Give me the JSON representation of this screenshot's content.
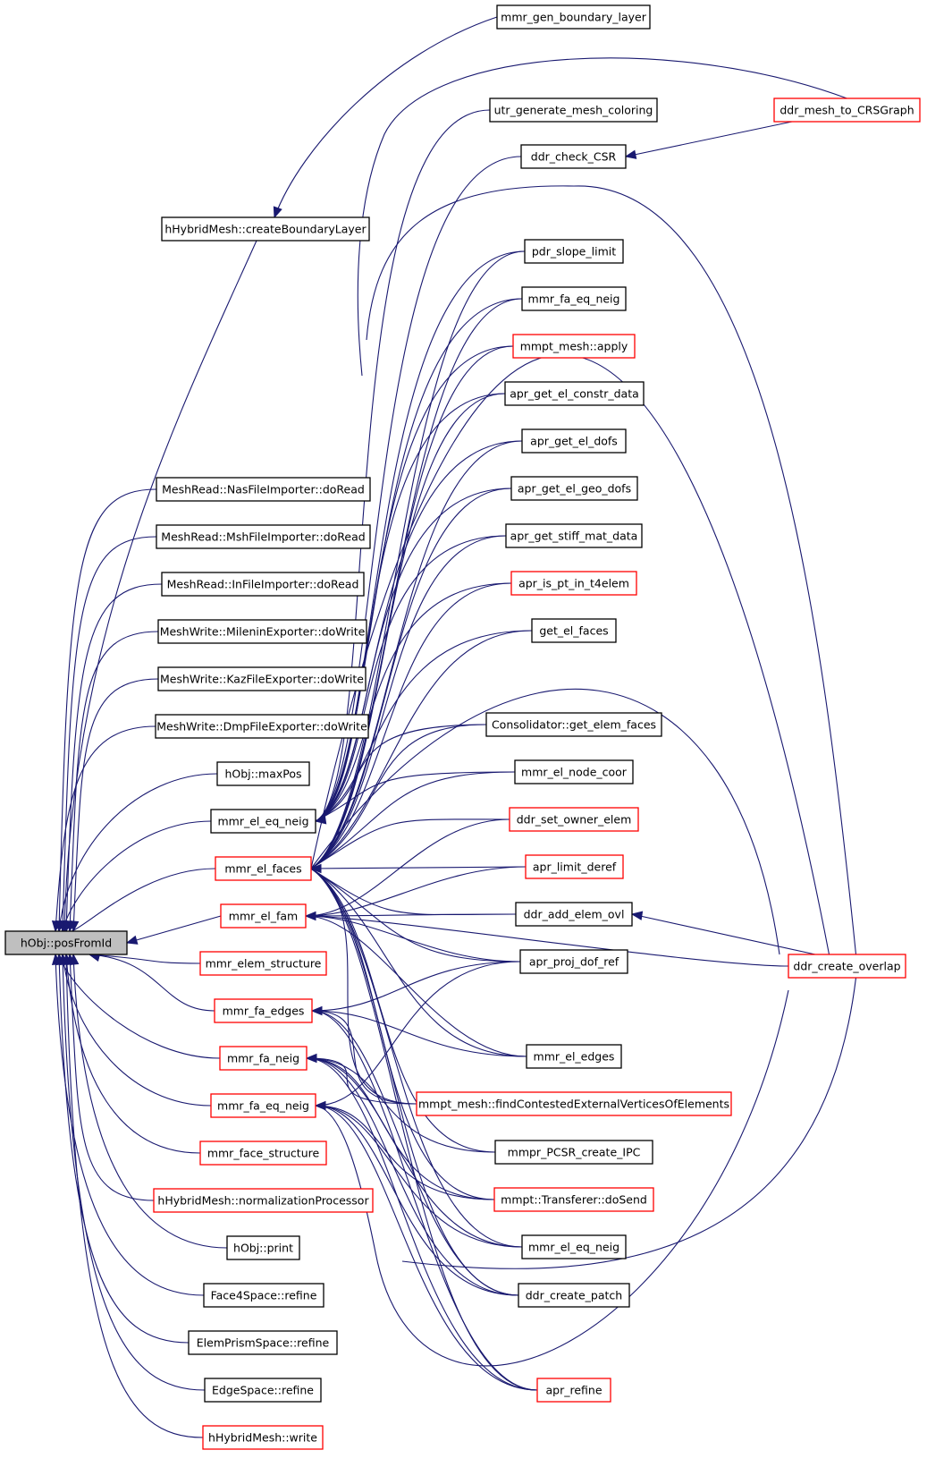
{
  "graph": {
    "root": "hObj::posFromId",
    "nodes": [
      {
        "id": "posFromId",
        "label": "hObj::posFromId",
        "style": "root"
      },
      {
        "id": "createBL",
        "label": "hHybridMesh::createBoundaryLayer",
        "style": "normal"
      },
      {
        "id": "nas",
        "label": "MeshRead::NasFileImporter::doRead",
        "style": "normal"
      },
      {
        "id": "msh",
        "label": "MeshRead::MshFileImporter::doRead",
        "style": "normal"
      },
      {
        "id": "inimp",
        "label": "MeshRead::InFileImporter::doRead",
        "style": "normal"
      },
      {
        "id": "milenin",
        "label": "MeshWrite::MileninExporter::doWrite",
        "style": "normal"
      },
      {
        "id": "kaz",
        "label": "MeshWrite::KazFileExporter::doWrite",
        "style": "normal"
      },
      {
        "id": "dmp",
        "label": "MeshWrite::DmpFileExporter::doWrite",
        "style": "normal"
      },
      {
        "id": "maxPos",
        "label": "hObj::maxPos",
        "style": "normal"
      },
      {
        "id": "eleqneig",
        "label": "mmr_el_eq_neig",
        "style": "normal"
      },
      {
        "id": "elfaces",
        "label": "mmr_el_faces",
        "style": "red"
      },
      {
        "id": "elfam",
        "label": "mmr_el_fam",
        "style": "red"
      },
      {
        "id": "elemstruct",
        "label": "mmr_elem_structure",
        "style": "red"
      },
      {
        "id": "faedges",
        "label": "mmr_fa_edges",
        "style": "red"
      },
      {
        "id": "faneig",
        "label": "mmr_fa_neig",
        "style": "red"
      },
      {
        "id": "faeqneig",
        "label": "mmr_fa_eq_neig",
        "style": "red"
      },
      {
        "id": "facestruct",
        "label": "mmr_face_structure",
        "style": "red"
      },
      {
        "id": "normproc",
        "label": "hHybridMesh::normalizationProcessor",
        "style": "red"
      },
      {
        "id": "print",
        "label": "hObj::print",
        "style": "normal"
      },
      {
        "id": "face4",
        "label": "Face4Space::refine",
        "style": "normal"
      },
      {
        "id": "prism",
        "label": "ElemPrismSpace::refine",
        "style": "normal"
      },
      {
        "id": "edgesp",
        "label": "EdgeSpace::refine",
        "style": "normal"
      },
      {
        "id": "hwrite",
        "label": "hHybridMesh::write",
        "style": "red"
      },
      {
        "id": "genbl",
        "label": "mmr_gen_boundary_layer",
        "style": "normal"
      },
      {
        "id": "utrgen",
        "label": "utr_generate_mesh_coloring",
        "style": "normal"
      },
      {
        "id": "checkcsr",
        "label": "ddr_check_CSR",
        "style": "normal"
      },
      {
        "id": "pdrslope",
        "label": "pdr_slope_limit",
        "style": "normal"
      },
      {
        "id": "faeqneig2",
        "label": "mmr_fa_eq_neig",
        "style": "normal"
      },
      {
        "id": "mmptapply",
        "label": "mmpt_mesh::apply",
        "style": "red"
      },
      {
        "id": "constr",
        "label": "apr_get_el_constr_data",
        "style": "normal"
      },
      {
        "id": "eldofs",
        "label": "apr_get_el_dofs",
        "style": "normal"
      },
      {
        "id": "geodofs",
        "label": "apr_get_el_geo_dofs",
        "style": "normal"
      },
      {
        "id": "stiff",
        "label": "apr_get_stiff_mat_data",
        "style": "normal"
      },
      {
        "id": "isptin",
        "label": "apr_is_pt_in_t4elem",
        "style": "red"
      },
      {
        "id": "getelfaces",
        "label": "get_el_faces",
        "style": "normal"
      },
      {
        "id": "consol",
        "label": "Consolidator::get_elem_faces",
        "style": "normal"
      },
      {
        "id": "nodecoor",
        "label": "mmr_el_node_coor",
        "style": "normal"
      },
      {
        "id": "setowner",
        "label": "ddr_set_owner_elem",
        "style": "red"
      },
      {
        "id": "limitderef",
        "label": "apr_limit_deref",
        "style": "red"
      },
      {
        "id": "addelem",
        "label": "ddr_add_elem_ovl",
        "style": "normal"
      },
      {
        "id": "projdof",
        "label": "apr_proj_dof_ref",
        "style": "normal"
      },
      {
        "id": "eledges",
        "label": "mmr_el_edges",
        "style": "normal"
      },
      {
        "id": "contested",
        "label": "mmpt_mesh::findContestedExternalVerticesOfElements",
        "style": "red"
      },
      {
        "id": "pcsr",
        "label": "mmpr_PCSR_create_IPC",
        "style": "normal"
      },
      {
        "id": "dosend",
        "label": "mmpt::Transferer::doSend",
        "style": "red"
      },
      {
        "id": "eleqneig2",
        "label": "mmr_el_eq_neig",
        "style": "normal"
      },
      {
        "id": "cpatch",
        "label": "ddr_create_patch",
        "style": "normal"
      },
      {
        "id": "aprref",
        "label": "apr_refine",
        "style": "red"
      },
      {
        "id": "crsgraph",
        "label": "ddr_mesh_to_CRSGraph",
        "style": "red"
      },
      {
        "id": "overlap",
        "label": "ddr_create_overlap",
        "style": "red"
      }
    ]
  }
}
